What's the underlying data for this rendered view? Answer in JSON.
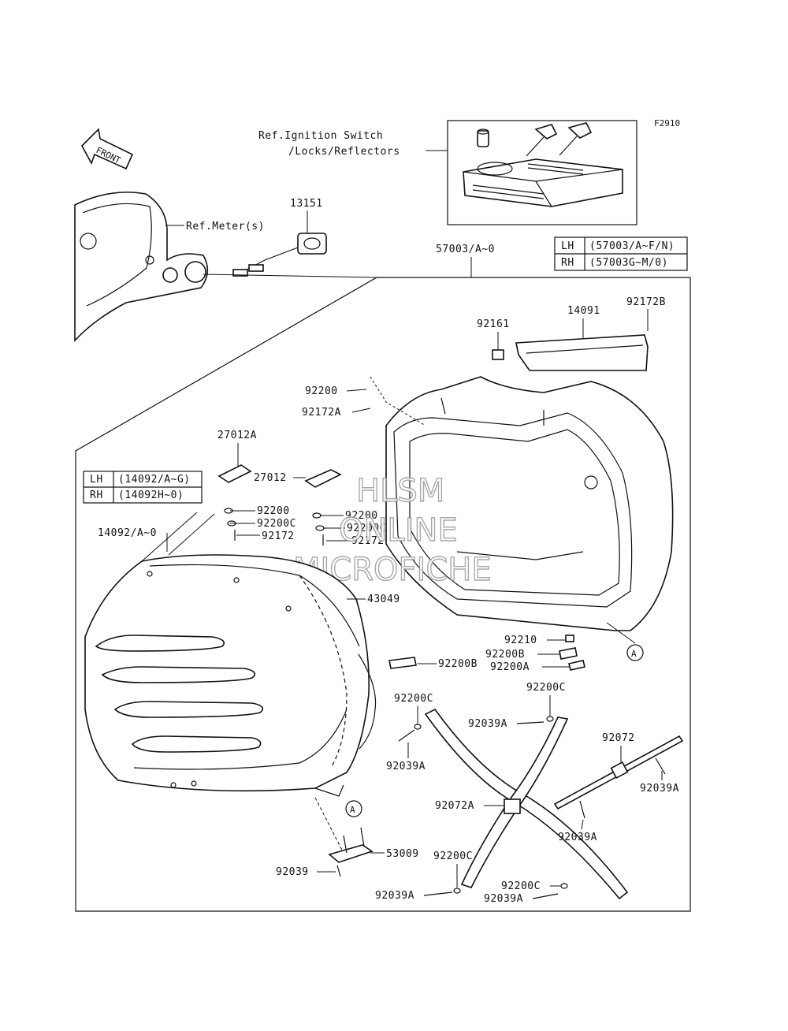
{
  "figure_code": "F2910",
  "front_arrow": "FRONT",
  "ref_ignition": [
    "Ref.Ignition Switch",
    "/Locks/Reflectors"
  ],
  "ref_meter": "Ref.Meter(s)",
  "watermark": [
    "HLSM",
    "ONLINE",
    "MICROFICHE"
  ],
  "table_saddlebag": {
    "rows": [
      {
        "side": "LH",
        "code": "(57003/A~F/N)"
      },
      {
        "side": "RH",
        "code": "(57003G~M/0)"
      }
    ]
  },
  "table_cover": {
    "rows": [
      {
        "side": "LH",
        "code": "(14092/A~G)"
      },
      {
        "side": "RH",
        "code": "(14092H~0)"
      }
    ]
  },
  "parts": {
    "p13151": "13151",
    "p57003": "57003/A~0",
    "p92161": "92161",
    "p14091": "14091",
    "p92172B": "92172B",
    "p92200_top": "92200",
    "p92172A": "92172A",
    "p27012A": "27012A",
    "p27012": "27012",
    "p92200_a": "92200",
    "p92200C_a": "92200C",
    "p92172_a": "92172",
    "p92200_b": "92200",
    "p92200C_b": "92200C",
    "p92172_b": "92172",
    "p14092": "14092/A~0",
    "p43049": "43049",
    "p92210": "92210",
    "p92200B_r": "92200B",
    "p92200A_r": "92200A",
    "p92200B_l": "92200B",
    "p92200C_1": "92200C",
    "p92200C_2": "92200C",
    "p92039A_1": "92039A",
    "p92039A_2": "92039A",
    "p92072": "92072",
    "p92039A_3": "92039A",
    "p92072A": "92072A",
    "p92039A_4": "92039A",
    "p53009": "53009",
    "p92039": "92039",
    "p92200C_3": "92200C",
    "p92039A_5": "92039A",
    "p92200C_4": "92200C",
    "p92039A_6": "92039A",
    "ref_A1": "A",
    "ref_A2": "A"
  }
}
